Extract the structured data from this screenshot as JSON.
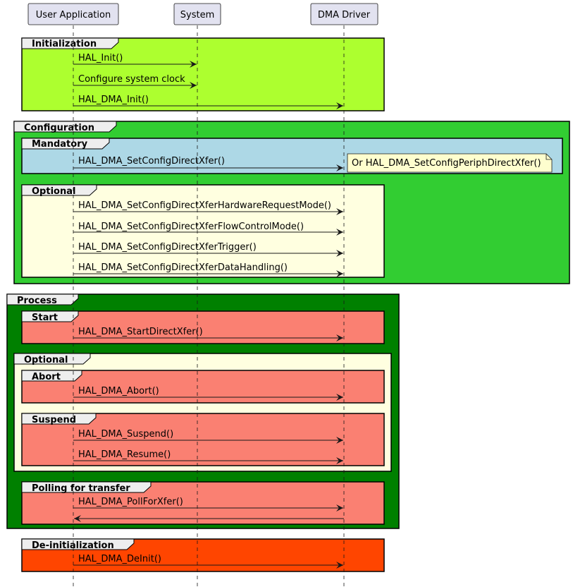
{
  "participants": [
    {
      "id": "ua",
      "name": "User Application"
    },
    {
      "id": "sys",
      "name": "System"
    },
    {
      "id": "dma",
      "name": "DMA Driver"
    }
  ],
  "colors": {
    "participant_fill": "#E2E2F0",
    "participant_border": "#181818",
    "lifeline": "#181818",
    "frame_border": "#000000",
    "frame_tab": "#EEEEEE",
    "initialization": "#ADFF2F",
    "configuration": "#32CD32",
    "mandatory": "#ADD8E6",
    "optional": "#FFFFE0",
    "process": "#008000",
    "start": "#FA8072",
    "abort": "#FA8072",
    "suspend": "#FA8072",
    "polling": "#FA8072",
    "deinit": "#FF4500",
    "note_fill": "#FEFECE"
  },
  "groups": {
    "initialization": "Initialization",
    "configuration": "Configuration",
    "mandatory": "Mandatory",
    "optional_config": "Optional",
    "process": "Process",
    "start": "Start",
    "optional_process": "Optional",
    "abort": "Abort",
    "suspend": "Suspend",
    "polling": "Polling for transfer",
    "deinit": "De-initialization"
  },
  "messages": {
    "hal_init": "HAL_Init()",
    "config_clock": "Configure system clock",
    "dma_init": "HAL_DMA_Init()",
    "set_config_direct": "HAL_DMA_SetConfigDirectXfer()",
    "hw_request_mode": "HAL_DMA_SetConfigDirectXferHardwareRequestMode()",
    "flow_control_mode": "HAL_DMA_SetConfigDirectXferFlowControlMode()",
    "trigger": "HAL_DMA_SetConfigDirectXferTrigger()",
    "data_handling": "HAL_DMA_SetConfigDirectXferDataHandling()",
    "start_direct": "HAL_DMA_StartDirectXfer()",
    "abort": "HAL_DMA_Abort()",
    "suspend": "HAL_DMA_Suspend()",
    "resume": "HAL_DMA_Resume()",
    "poll": "HAL_DMA_PollForXfer()",
    "deinit": "HAL_DMA_DeInit()"
  },
  "note": "Or HAL_DMA_SetConfigPeriphDirectXfer()"
}
